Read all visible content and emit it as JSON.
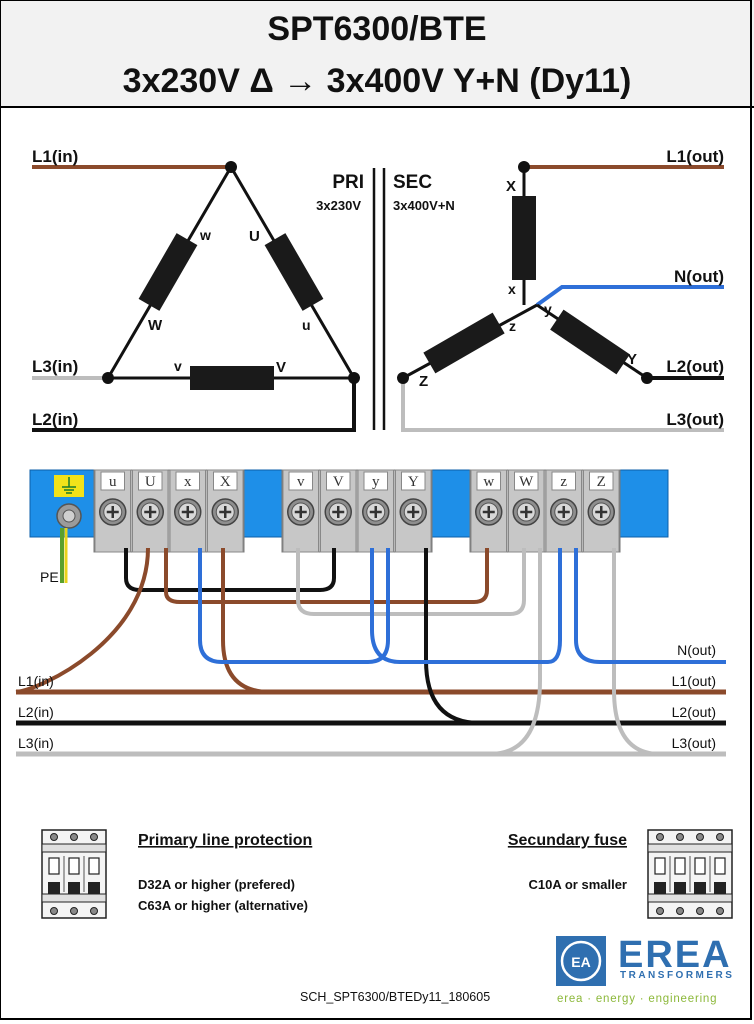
{
  "header": {
    "title": "SPT6300/BTE",
    "subtitle": "3x230V Δ → 3x400V Y+N  (Dy11)"
  },
  "primary": {
    "label": "PRI",
    "voltage": "3x230V",
    "inputs": [
      "L1(in)",
      "L3(in)",
      "L2(in)"
    ],
    "winding_labels": [
      "w",
      "U",
      "W",
      "u",
      "v",
      "V"
    ]
  },
  "secondary": {
    "label": "SEC",
    "voltage": "3x400V+N",
    "outputs": [
      "L1(out)",
      "N(out)",
      "L2(out)",
      "L3(out)"
    ],
    "winding_labels": [
      "X",
      "x",
      "y",
      "z",
      "Y",
      "Z"
    ]
  },
  "terminal_block": {
    "groups": [
      {
        "terminals": [
          "u",
          "U",
          "x",
          "X"
        ]
      },
      {
        "terminals": [
          "v",
          "V",
          "y",
          "Y"
        ]
      },
      {
        "terminals": [
          "w",
          "W",
          "z",
          "Z"
        ]
      }
    ],
    "pe_label": "PE"
  },
  "wiring": {
    "inputs": [
      "L1(in)",
      "L2(in)",
      "L3(in)"
    ],
    "outputs": [
      "N(out)",
      "L1(out)",
      "L2(out)",
      "L3(out)"
    ]
  },
  "protection": {
    "primary_title": "Primary line protection",
    "primary_lines": [
      "D32A or higher (prefered)",
      "C63A or higher (alternative)"
    ],
    "secondary_title": "Secundary fuse",
    "secondary_lines": [
      "C10A or smaller"
    ]
  },
  "footer": {
    "doc_id": "SCH_SPT6300/BTEDy11_180605",
    "logo_text": "EREA",
    "logo_sub": "TRANSFORMERS",
    "logo_tagline": "erea · energy · engineering"
  },
  "colors": {
    "brown": "#8b4a2b",
    "blue": "#2e6fd8",
    "grey": "#bdbdbd",
    "black": "#111111",
    "terminal_block": "#1e8fe8",
    "brand": "#2f6fb0",
    "tagline": "#8cb83a"
  }
}
